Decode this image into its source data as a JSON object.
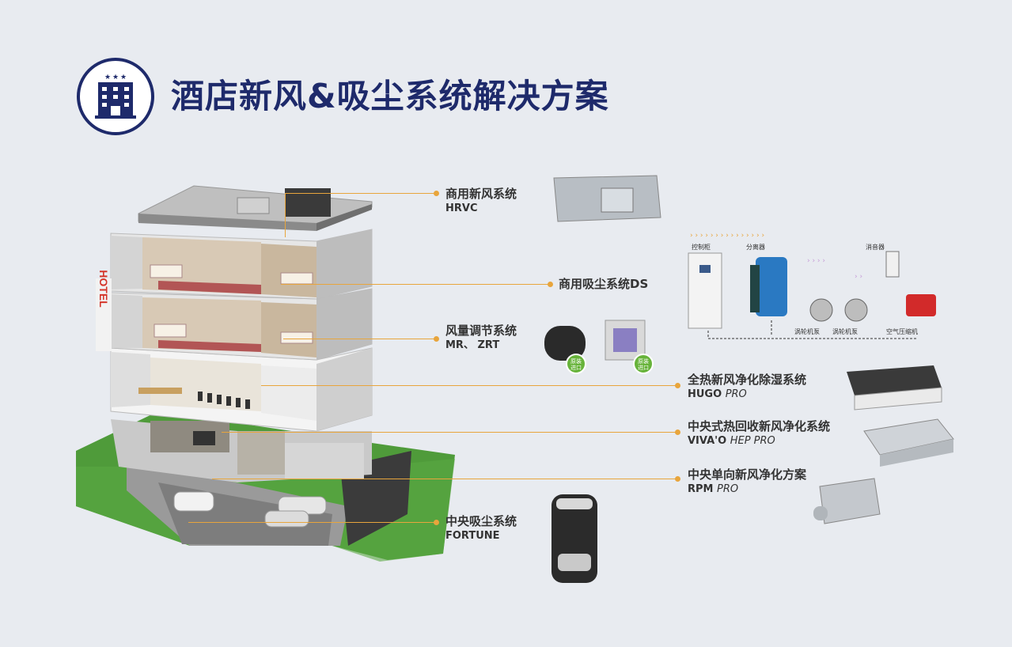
{
  "title": "酒店新风&吸尘系统解决方案",
  "building_sign": "HOTEL",
  "labels": [
    {
      "cn": "商用新风系统",
      "en": "HRVC",
      "en_italic": ""
    },
    {
      "cn": "商用吸尘系统DS",
      "en": "",
      "en_italic": ""
    },
    {
      "cn": "风量调节系统",
      "en": "MR、 ZRT",
      "en_italic": ""
    },
    {
      "cn": "全热新风净化除湿系统",
      "en": "HUGO ",
      "en_italic": "PRO"
    },
    {
      "cn": "中央式热回收新风净化系统",
      "en": "VIVA'O ",
      "en_italic": "HEP PRO"
    },
    {
      "cn": "中央单向新风净化方案",
      "en": "RPM ",
      "en_italic": "PRO"
    },
    {
      "cn": "中央吸尘系统",
      "en": "FORTUNE",
      "en_italic": ""
    }
  ],
  "badge": {
    "line1": "原装",
    "line2": "进口"
  },
  "schematic": {
    "control_cabinet": "控制柜",
    "separator": "分离器",
    "muffler": "消音器",
    "turbine_1": "涡轮机泵",
    "turbine_2": "涡轮机泵",
    "air_compressor": "空气压缩机"
  },
  "colors": {
    "title": "#1e2a6b",
    "leader": "#e8a53c",
    "background": "#e8ebf0"
  }
}
